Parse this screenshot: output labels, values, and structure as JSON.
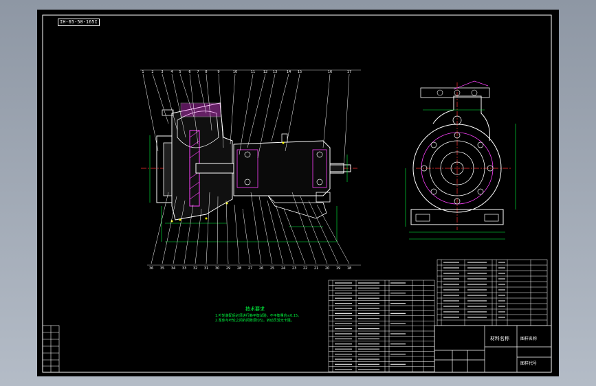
{
  "drawing": {
    "stamp": "IH-65-50-165I",
    "technical_requirements_title": "技术要求",
    "technical_requirements": [
      "1.叶轮装配后必须进行静平衡试验，不平衡量应≤0.15。",
      "2.泵体与叶轮之间的间隙须均匀，转动灵活无卡阻。"
    ],
    "balloons_top": [
      "1",
      "2",
      "3",
      "4",
      "5",
      "6",
      "7",
      "8",
      "9",
      "10",
      "11",
      "12",
      "13",
      "14",
      "15",
      "16",
      "17"
    ],
    "balloons_bottom": [
      "36",
      "35",
      "34",
      "33",
      "32",
      "31",
      "30",
      "29",
      "28",
      "27",
      "26",
      "25",
      "24",
      "23",
      "22",
      "21",
      "20",
      "19",
      "18"
    ],
    "title_block": {
      "material_label": "材料名称",
      "drawing_name": "图样名称",
      "drawing_number_label": "图样代号"
    },
    "colors": {
      "background": "#000000",
      "lines": "#ffffff",
      "dimensions": "#00ff40",
      "centerline": "#ff3030",
      "hatch": "#ff40ff",
      "yellow": "#ffff00",
      "cyan": "#00ffff"
    }
  }
}
